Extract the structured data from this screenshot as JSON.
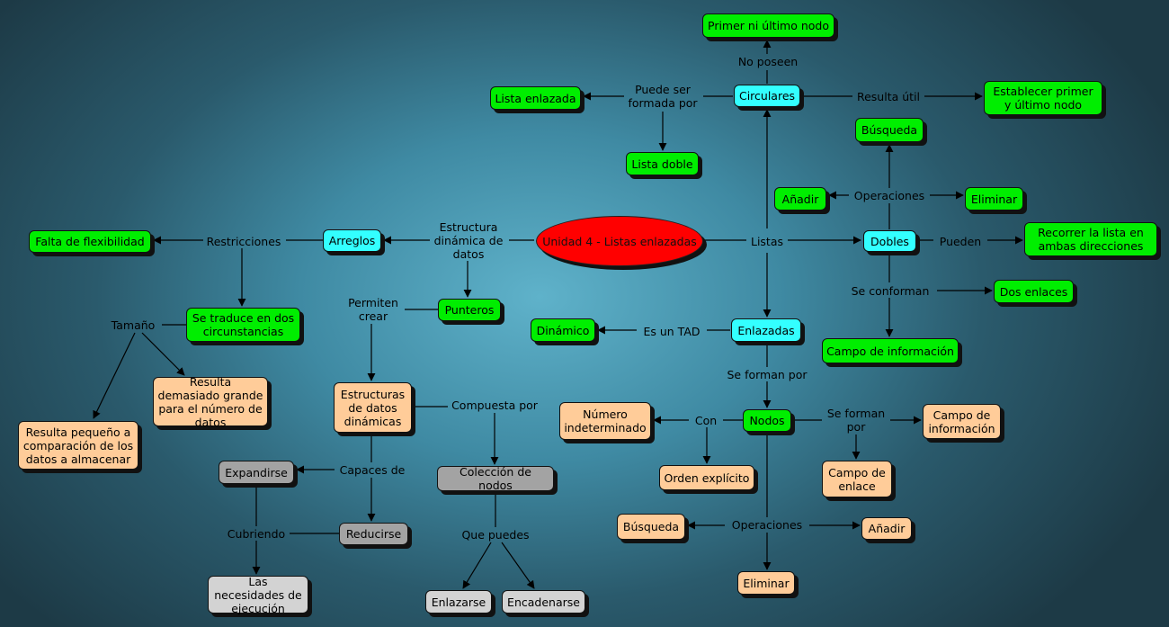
{
  "diagram": {
    "type": "concept-map",
    "colors": {
      "root": "#ff0000",
      "cyan": "#33ffff",
      "green": "#00ee00",
      "peach": "#ffcc99",
      "gray": "#a3a3a3",
      "lightgray": "#d3d3d3",
      "line": "#000000"
    },
    "nodes": {
      "center": "Unidad 4 - Listas enlazadas",
      "arreglos": "Arreglos",
      "punteros": "Punteros",
      "falta_flex": "Falta de flexibilidad",
      "se_traduce": "Se traduce en dos circunstancias",
      "resultado_pequeno": "Resulta pequeño a comparación de los datos a almacenar",
      "resultado_grande": "Resulta demasiado grande para el número de datos",
      "estructuras_dinamicas": "Estructuras de datos dinámicas",
      "expandirse": "Expandirse",
      "reducirse": "Reducirse",
      "necesidades": "Las necesidades de ejecución",
      "coleccion": "Colección de nodos",
      "enlazarse": "Enlazarse",
      "encadenarse": "Encadenarse",
      "circulares": "Circulares",
      "primer_ultimo": "Primer ni último nodo",
      "lista_enlazada": "Lista enlazada",
      "lista_doble": "Lista doble",
      "establecer": "Establecer primer y último nodo",
      "busqueda_doble": "Búsqueda",
      "anadir_doble": "Añadir",
      "eliminar_doble": "Eliminar",
      "dobles": "Dobles",
      "recorrer": "Recorrer la lista en ambas direcciones",
      "dos_enlaces": "Dos enlaces",
      "campo_info_doble": "Campo de información",
      "enlazadas": "Enlazadas",
      "dinamico": "Dinámico",
      "nodos": "Nodos",
      "numero_indet": "Número indeterminado",
      "orden_explicito": "Orden explícito",
      "campo_info": "Campo de información",
      "campo_enlace": "Campo de enlace",
      "busqueda": "Búsqueda",
      "anadir": "Añadir",
      "eliminar": "Eliminar"
    },
    "labels": {
      "estructura_dinamica": "Estructura dinámica de datos",
      "restricciones": "Restricciones",
      "tamano": "Tamaño",
      "permiten_crear": "Permiten crear",
      "capaces_de": "Capaces de",
      "cubriendo": "Cubriendo",
      "compuesta_por": "Compuesta por",
      "que_puedes": "Que puedes",
      "listas": "Listas",
      "no_poseen": "No poseen",
      "puede_ser_formada": "Puede ser formada por",
      "resulta_util": "Resulta útil",
      "operaciones_doble": "Operaciones",
      "pueden": "Pueden",
      "se_conforman": "Se conforman",
      "es_un_tad": "Es un TAD",
      "se_forman_por": "Se forman por",
      "con": "Con",
      "se_forman_por_nodos": "Se forman por",
      "operaciones": "Operaciones"
    }
  }
}
